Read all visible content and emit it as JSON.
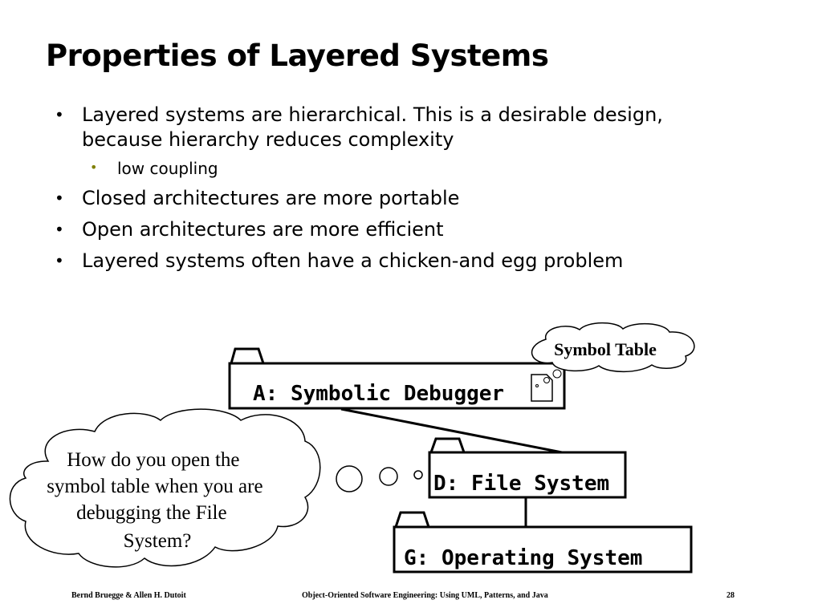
{
  "slide": {
    "title": "Properties of Layered Systems",
    "bullets": [
      {
        "level": 1,
        "text_line1": "Layered systems are hierarchical. This is  a desirable design,",
        "text_line2": "because hierarchy reduces complexity"
      },
      {
        "level": 2,
        "text": "low coupling"
      },
      {
        "level": 1,
        "text": "Closed architectures are more portable"
      },
      {
        "level": 1,
        "text": "Open architectures are more efficient"
      },
      {
        "level": 1,
        "text": "Layered systems often have a chicken-and egg problem"
      }
    ]
  },
  "diagram": {
    "packages": {
      "a": "A: Symbolic Debugger",
      "d": "D: File System",
      "g": "G: Operating System"
    },
    "symbol_table_cloud": "Symbol Table",
    "question_cloud": {
      "line1": "How do you open the",
      "line2": "symbol table when you are",
      "line3": "debugging the File",
      "line4": "System?"
    }
  },
  "footer": {
    "authors": "Bernd Bruegge & Allen H. Dutoit",
    "book": "Object-Oriented Software Engineering: Using UML, Patterns, and Java",
    "page": "28"
  }
}
